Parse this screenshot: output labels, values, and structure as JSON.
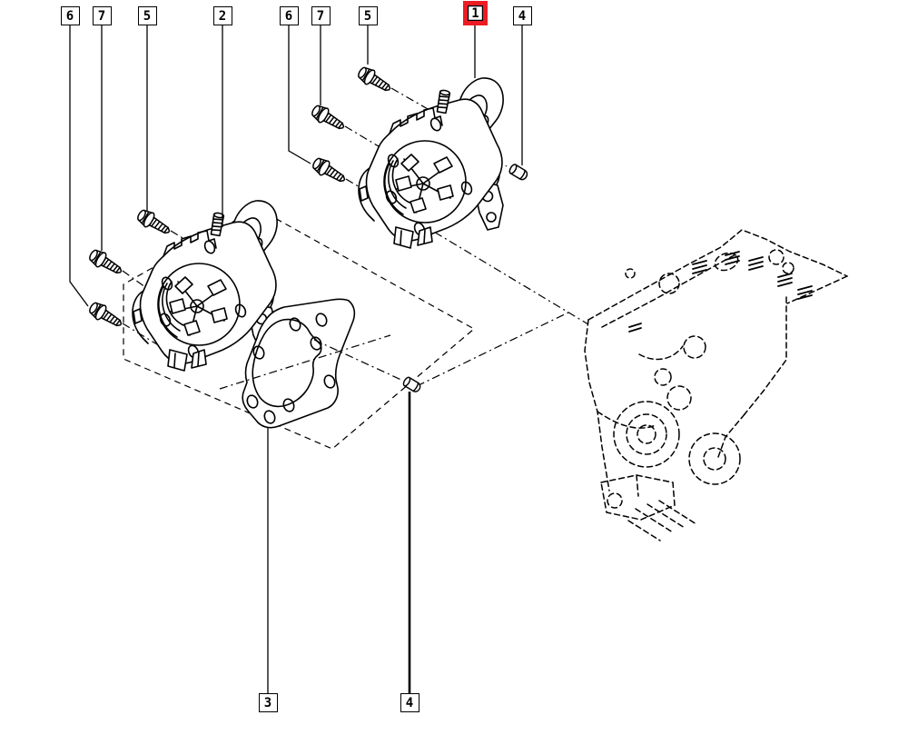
{
  "diagram": {
    "type": "exploded-parts-diagram",
    "background_color": "#ffffff",
    "line_color": "#000000",
    "highlight_color": "#ec1c24",
    "selected_callout": "1",
    "callouts": [
      {
        "label": "6",
        "row": "top",
        "highlighted": false
      },
      {
        "label": "7",
        "row": "top",
        "highlighted": false
      },
      {
        "label": "5",
        "row": "top",
        "highlighted": false
      },
      {
        "label": "2",
        "row": "top",
        "highlighted": false
      },
      {
        "label": "6",
        "row": "top",
        "highlighted": false
      },
      {
        "label": "7",
        "row": "top",
        "highlighted": false
      },
      {
        "label": "5",
        "row": "top",
        "highlighted": false
      },
      {
        "label": "1",
        "row": "top",
        "highlighted": true
      },
      {
        "label": "4",
        "row": "top",
        "highlighted": false
      },
      {
        "label": "3",
        "row": "bottom",
        "highlighted": false
      },
      {
        "label": "4",
        "row": "bottom",
        "highlighted": false
      }
    ]
  }
}
